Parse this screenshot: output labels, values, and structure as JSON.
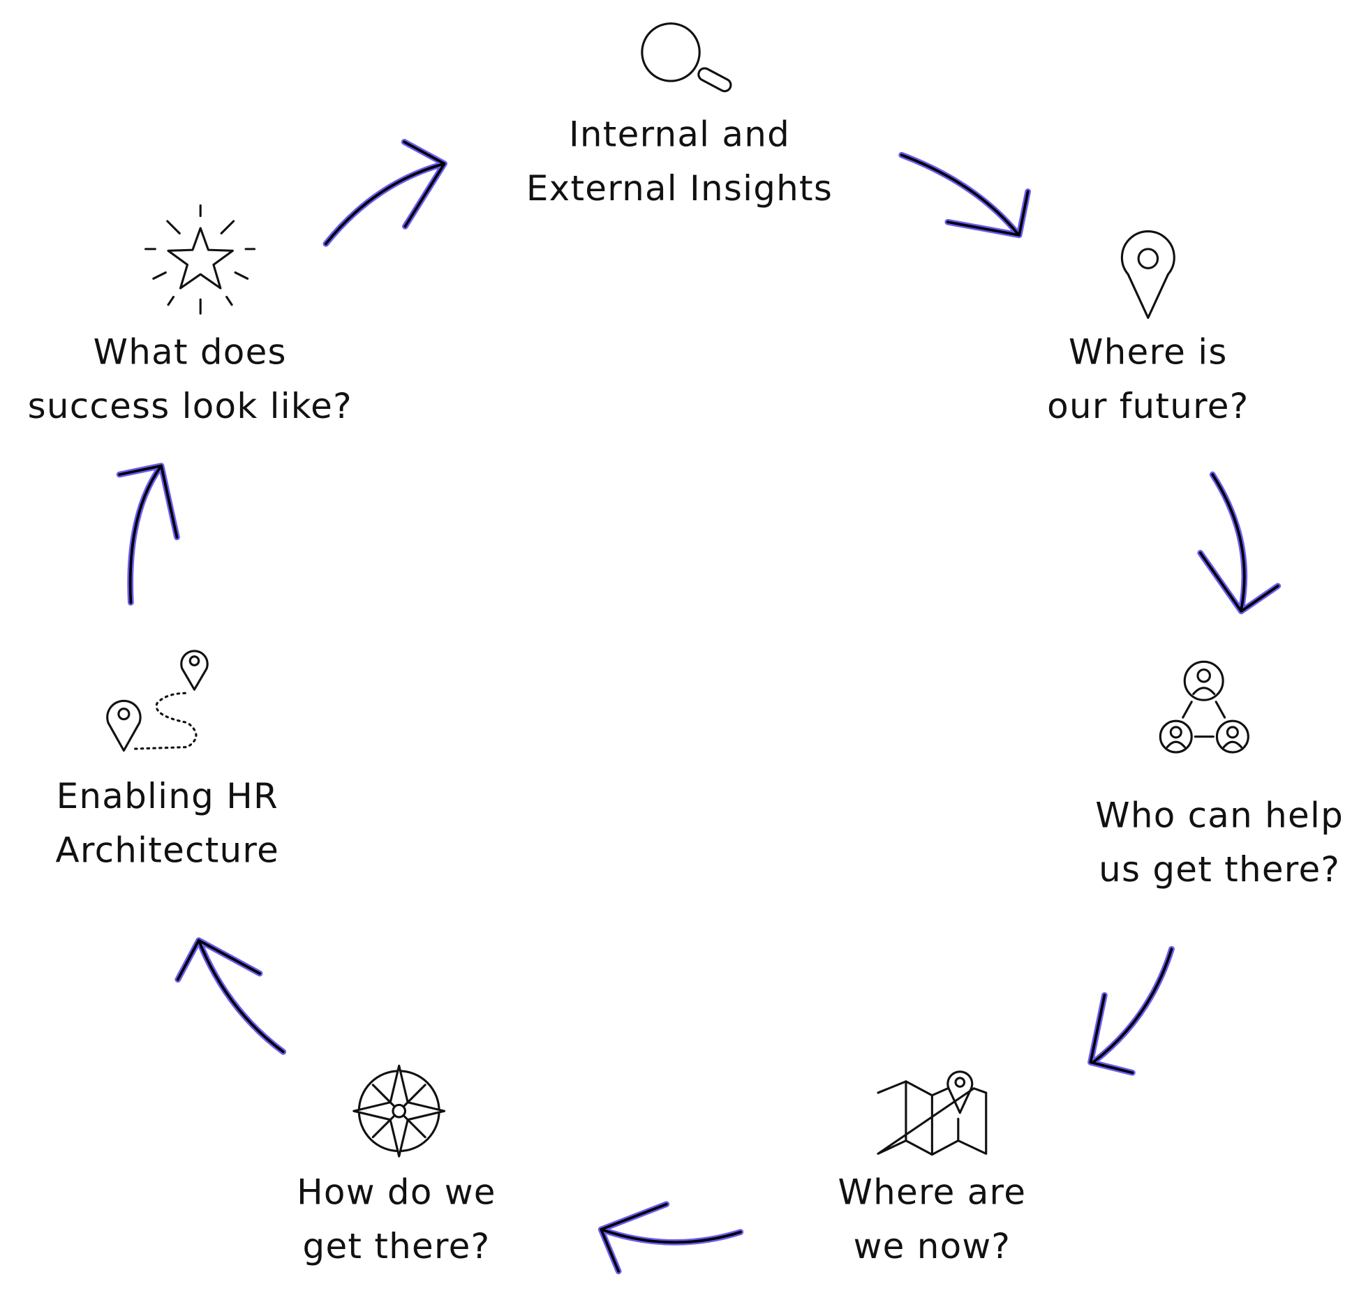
{
  "colors": {
    "accent": "#6a5cf0",
    "stroke": "#000000"
  },
  "steps": [
    {
      "icon": "magnifier-icon",
      "lines": [
        "Internal and",
        "External Insights"
      ]
    },
    {
      "icon": "location-pin-icon",
      "lines": [
        "Where is",
        "our future?"
      ]
    },
    {
      "icon": "people-network-icon",
      "lines": [
        "Who can help",
        "us get there?"
      ]
    },
    {
      "icon": "map-icon",
      "lines": [
        "Where are",
        "we now?"
      ]
    },
    {
      "icon": "compass-icon",
      "lines": [
        "How do we",
        "get there?"
      ]
    },
    {
      "icon": "route-icon",
      "lines": [
        "Enabling HR",
        "Architecture"
      ]
    },
    {
      "icon": "star-icon",
      "lines": [
        "What does",
        "success look like?"
      ]
    }
  ]
}
